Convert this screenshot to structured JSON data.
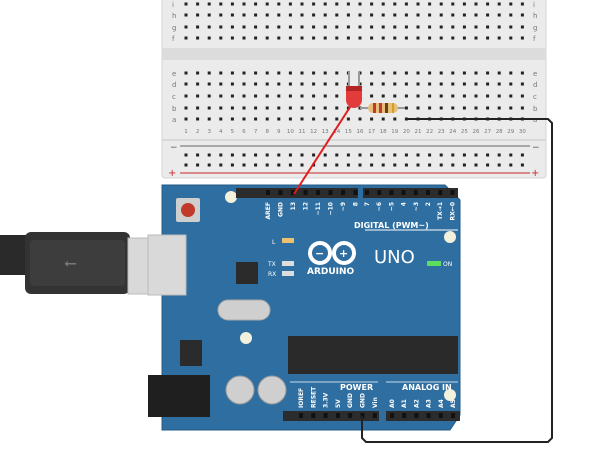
{
  "breadboard": {
    "row_letters_top": [
      "i",
      "h",
      "g",
      "f"
    ],
    "row_letters_bottom": [
      "e",
      "d",
      "c",
      "b",
      "a"
    ],
    "columns": 30,
    "rail_minus": "−",
    "rail_plus": "+"
  },
  "board": {
    "brand": "ARDUINO",
    "model": "UNO",
    "on_label": "ON",
    "l_label": "L",
    "tx_label": "TX",
    "rx_label": "RX",
    "digital_title": "DIGITAL (PWM~)",
    "digital_pins_left": [
      "AREF",
      "GND",
      "13",
      "12",
      "~11",
      "~10",
      "~9",
      "8"
    ],
    "digital_pins_right": [
      "7",
      "~6",
      "~5",
      "4",
      "~3",
      "2",
      "TX→1",
      "RX←0"
    ],
    "power_title": "POWER",
    "power_pins": [
      "IOREF",
      "RESET",
      "3.3V",
      "5V",
      "GND",
      "GND",
      "Vin"
    ],
    "analog_title": "ANALOG IN",
    "analog_pins": [
      "A0",
      "A1",
      "A2",
      "A3",
      "A4",
      "A5"
    ],
    "color": "#2e6ea0"
  },
  "colors": {
    "wire_red": "#e11d1d",
    "wire_black": "#222222",
    "led": "#e23b3b",
    "breadboard": "#ebebeb"
  }
}
